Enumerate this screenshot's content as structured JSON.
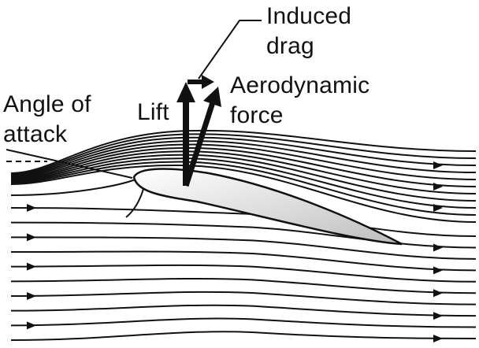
{
  "labels": {
    "induced_drag_line1": "Induced",
    "induced_drag_line2": "drag",
    "aerodynamic_force_line1": "Aerodynamic",
    "aerodynamic_force_line2": "force",
    "lift": "Lift",
    "angle_of_attack_line1": "Angle of",
    "angle_of_attack_line2": "attack"
  },
  "colors": {
    "ink": "#111111",
    "background": "#ffffff",
    "airfoil_light": "#ffffff",
    "airfoil_dark": "#bdbdbd"
  }
}
